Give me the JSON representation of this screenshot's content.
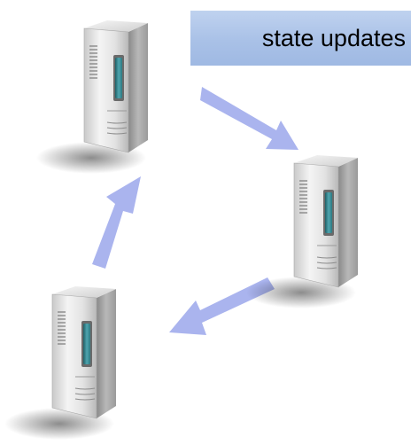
{
  "label": {
    "text": "state updates"
  },
  "servers": [
    {
      "name": "server-top",
      "icon": "server-tower-icon"
    },
    {
      "name": "server-right",
      "icon": "server-tower-icon"
    },
    {
      "name": "server-bottom-left",
      "icon": "server-tower-icon"
    }
  ],
  "arrows": [
    {
      "from": "server-top",
      "to": "server-right"
    },
    {
      "from": "server-right",
      "to": "server-bottom-left"
    },
    {
      "from": "server-bottom-left",
      "to": "server-top"
    }
  ],
  "colors": {
    "arrow": "#aab4ee",
    "label_background": "#a9c1e7",
    "server_body": "#d9d9d9",
    "server_window": "#3f8f99"
  }
}
